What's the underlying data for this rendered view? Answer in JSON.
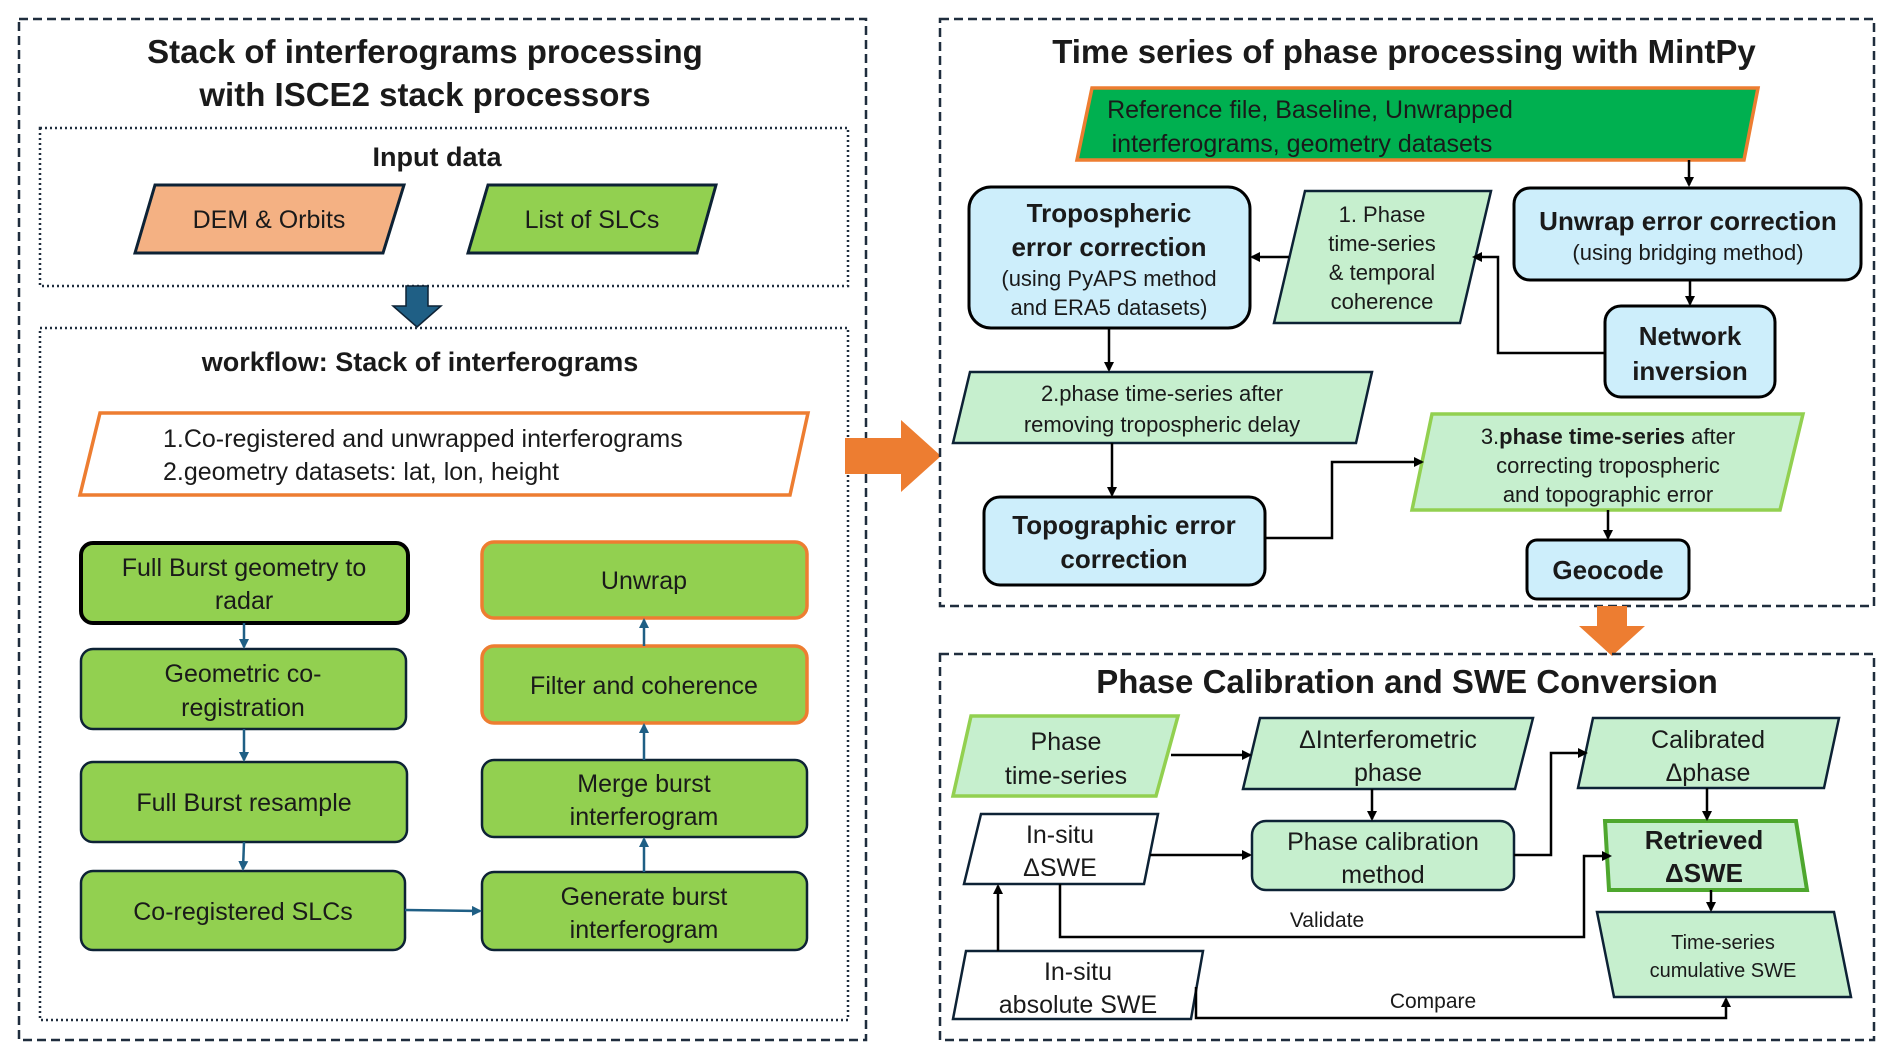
{
  "colors": {
    "dem_fill": "#f4b183",
    "slc_fill": "#92d050",
    "process_green": "#92d050",
    "highlight_orange": "#ed7d31",
    "mintpy_input_fill": "#00b050",
    "process_blue": "#cdeefb",
    "data_light_green": "#c6efce",
    "arrow_blue": "#1f5f85",
    "arrow_orange": "#ed7d31"
  },
  "isce_panel": {
    "title_line1": "Stack of interferograms processing",
    "title_line2": "with ISCE2 stack processors",
    "input_data": {
      "title": "Input data",
      "items": [
        "DEM & Orbits",
        "List of SLCs"
      ]
    },
    "workflow": {
      "title": "workflow: Stack of interferograms",
      "outputs": [
        "1.Co-registered and unwrapped interferograms",
        "2.geometry datasets: lat, lon, height"
      ],
      "left_steps": [
        [
          "Full Burst geometry to",
          "radar"
        ],
        [
          "Geometric co-",
          "registration"
        ],
        [
          "Full Burst resample"
        ],
        [
          "Co-registered SLCs"
        ]
      ],
      "right_steps": [
        [
          "Unwrap"
        ],
        [
          "Filter and coherence"
        ],
        [
          "Merge burst",
          "interferogram"
        ],
        [
          "Generate burst",
          "interferogram"
        ]
      ]
    }
  },
  "mintpy_panel": {
    "title": "Time series of phase processing with MintPy",
    "input": [
      "Reference file, Baseline, Unwrapped",
      "interferograms, geometry datasets"
    ],
    "tropospheric": {
      "title": [
        "Tropospheric",
        "error correction"
      ],
      "note": [
        "(using PyAPS method",
        "and ERA5 datasets)"
      ]
    },
    "phase_ts_1": [
      "1. Phase",
      "time-series",
      "& temporal",
      "coherence"
    ],
    "unwrap_error": {
      "title": "Unwrap error correction",
      "note": "(using bridging method)"
    },
    "network_inversion": [
      "Network",
      "inversion"
    ],
    "phase_ts_2": [
      "2.phase time-series after",
      "removing tropospheric delay"
    ],
    "topographic": [
      "Topographic error",
      "correction"
    ],
    "phase_ts_3": {
      "prefix": "3.",
      "bold": "phase time-series",
      "suffix": " after",
      "lines": [
        "correcting tropospheric",
        "and topographic error"
      ]
    },
    "geocode": "Geocode"
  },
  "swe_panel": {
    "title": "Phase Calibration and SWE Conversion",
    "phase_ts": [
      "Phase",
      "time-series"
    ],
    "delta_interferometric": [
      "ΔInterferometric",
      "phase"
    ],
    "calibrated": [
      "Calibrated",
      "Δphase"
    ],
    "insitu_delta": [
      "In-situ",
      "ΔSWE"
    ],
    "calibration_method": [
      "Phase calibration",
      "method"
    ],
    "retrieved": [
      "Retrieved",
      "ΔSWE"
    ],
    "cumulative": [
      "Time-series",
      "cumulative SWE"
    ],
    "insitu_absolute": [
      "In-situ",
      "absolute SWE"
    ],
    "edge_validate": "Validate",
    "edge_compare": "Compare"
  }
}
